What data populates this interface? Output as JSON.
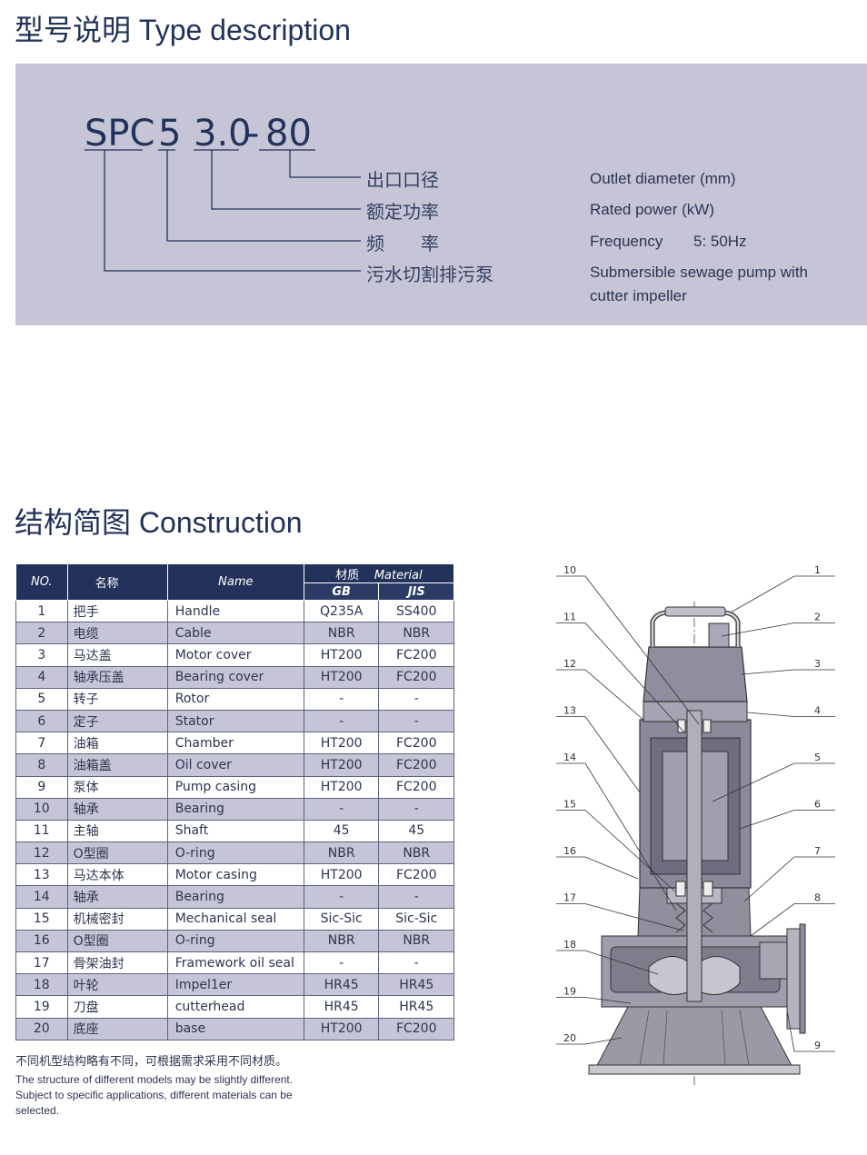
{
  "type_section": {
    "title_cn": "型号说明",
    "title_en": "Type description",
    "model": {
      "series": "SPC",
      "pole": "5",
      "power": "3.0",
      "dash": "-",
      "outlet": "80"
    },
    "tags_cn": [
      "出口口径",
      "额定功率",
      "频　　率",
      "污水切割排污泵"
    ],
    "tags_en": [
      "Outlet diameter (mm)",
      "Rated power (kW)",
      "Frequency",
      "Submersible sewage pump with",
      "cutter impeller"
    ],
    "frequency_value": "5: 50Hz"
  },
  "construction_section": {
    "title_cn": "结构简图",
    "title_en": "Construction",
    "table": {
      "headers": {
        "no": "NO.",
        "name_cn": "名称",
        "name_en": "Name",
        "material_cn": "材质",
        "material_en": "Material",
        "gb": "GB",
        "jis": "JIS"
      },
      "rows": [
        {
          "no": "1",
          "cn": "把手",
          "en": "Handle",
          "gb": "Q235A",
          "jis": "SS400"
        },
        {
          "no": "2",
          "cn": "电缆",
          "en": "Cable",
          "gb": "NBR",
          "jis": "NBR"
        },
        {
          "no": "3",
          "cn": "马达盖",
          "en": "Motor cover",
          "gb": "HT200",
          "jis": "FC200"
        },
        {
          "no": "4",
          "cn": "轴承压盖",
          "en": "Bearing cover",
          "gb": "HT200",
          "jis": "FC200"
        },
        {
          "no": "5",
          "cn": "转子",
          "en": "Rotor",
          "gb": "-",
          "jis": "-"
        },
        {
          "no": "6",
          "cn": "定子",
          "en": "Stator",
          "gb": "-",
          "jis": "-"
        },
        {
          "no": "7",
          "cn": "油箱",
          "en": "Chamber",
          "gb": "HT200",
          "jis": "FC200"
        },
        {
          "no": "8",
          "cn": "油箱盖",
          "en": "Oil cover",
          "gb": "HT200",
          "jis": "FC200"
        },
        {
          "no": "9",
          "cn": "泵体",
          "en": "Pump casing",
          "gb": "HT200",
          "jis": "FC200"
        },
        {
          "no": "10",
          "cn": "轴承",
          "en": "Bearing",
          "gb": "-",
          "jis": "-"
        },
        {
          "no": "11",
          "cn": "主轴",
          "en": "Shaft",
          "gb": "45",
          "jis": "45"
        },
        {
          "no": "12",
          "cn": "O型圈",
          "en": "O-ring",
          "gb": "NBR",
          "jis": "NBR"
        },
        {
          "no": "13",
          "cn": "马达本体",
          "en": "Motor casing",
          "gb": "HT200",
          "jis": "FC200"
        },
        {
          "no": "14",
          "cn": "轴承",
          "en": "Bearing",
          "gb": "-",
          "jis": "-"
        },
        {
          "no": "15",
          "cn": "机械密封",
          "en": "Mechanical seal",
          "gb": "Sic-Sic",
          "jis": "Sic-Sic"
        },
        {
          "no": "16",
          "cn": "O型圈",
          "en": "O-ring",
          "gb": "NBR",
          "jis": "NBR"
        },
        {
          "no": "17",
          "cn": "骨架油封",
          "en": "Framework oil seal",
          "gb": "-",
          "jis": "-"
        },
        {
          "no": "18",
          "cn": "叶轮",
          "en": "Impel1er",
          "gb": "HR45",
          "jis": "HR45"
        },
        {
          "no": "19",
          "cn": "刀盘",
          "en": "cutterhead",
          "gb": "HR45",
          "jis": "HR45"
        },
        {
          "no": "20",
          "cn": "底座",
          "en": "base",
          "gb": "HT200",
          "jis": "FC200"
        }
      ]
    },
    "note_cn": "不同机型结构略有不同，可根据需求采用不同材质。",
    "note_en": [
      "The structure of different models may be slightly different.",
      "Subject to specific applications, different materials can be",
      "selected."
    ],
    "callouts_left": [
      "10",
      "11",
      "12",
      "13",
      "14",
      "15",
      "16",
      "17",
      "18",
      "19",
      "20"
    ],
    "callouts_right": [
      "1",
      "2",
      "3",
      "4",
      "5",
      "6",
      "7",
      "8",
      "9"
    ]
  },
  "colors": {
    "navy": "#22325a",
    "panel": "#c6c5d7",
    "row_alt": "#c6c5d7"
  }
}
